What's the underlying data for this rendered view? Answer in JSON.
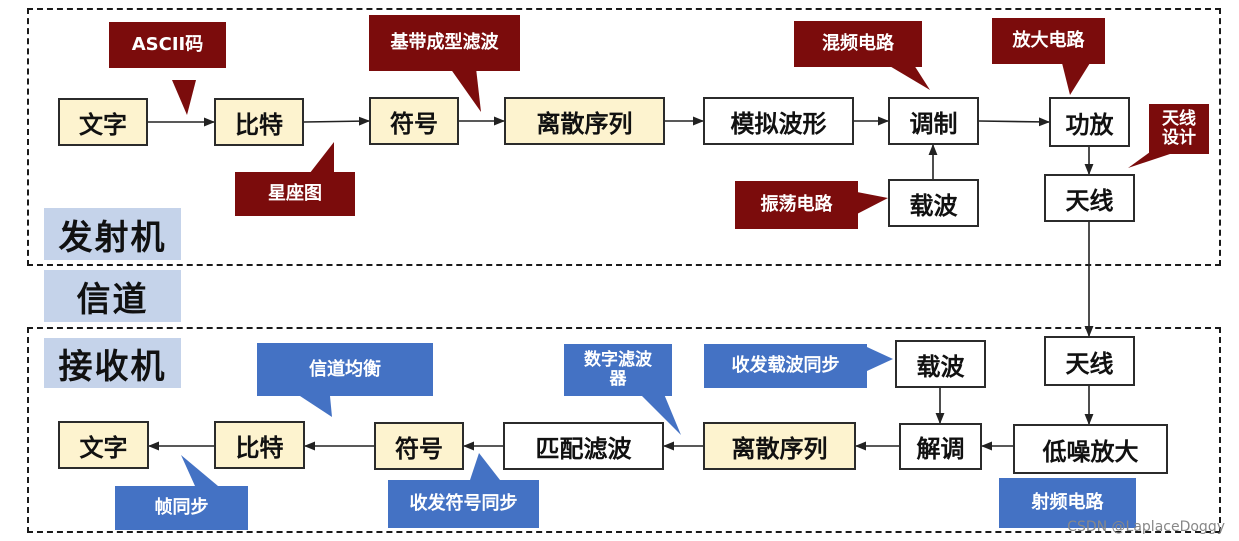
{
  "sections": {
    "transmitter": "发射机",
    "channel": "信道",
    "receiver": "接收机"
  },
  "tx": {
    "text": "文字",
    "bits": "比特",
    "symbols": "符号",
    "sequence": "离散序列",
    "waveform": "模拟波形",
    "modulate": "调制",
    "amp": "功放",
    "carrier": "载波",
    "antenna": "天线"
  },
  "tx_notes": {
    "ascii": "ASCII码",
    "shaping": "基带成型滤波",
    "mixer": "混频电路",
    "pa_circuit": "放大电路",
    "constellation": "星座图",
    "oscillator": "振荡电路",
    "antenna_design": "天线设计"
  },
  "rx": {
    "antenna": "天线",
    "lna": "低噪放大",
    "demod": "解调",
    "carrier": "载波",
    "sequence": "离散序列",
    "matched": "匹配滤波",
    "symbols": "符号",
    "bits": "比特",
    "text": "文字"
  },
  "rx_notes": {
    "equalizer": "信道均衡",
    "digital_filter": "数字滤波器",
    "carrier_sync": "收发载波同步",
    "frame_sync": "帧同步",
    "symbol_sync": "收发符号同步",
    "rf_circuit": "射频电路"
  },
  "watermark": "CSDN @LaplaceDoggy"
}
